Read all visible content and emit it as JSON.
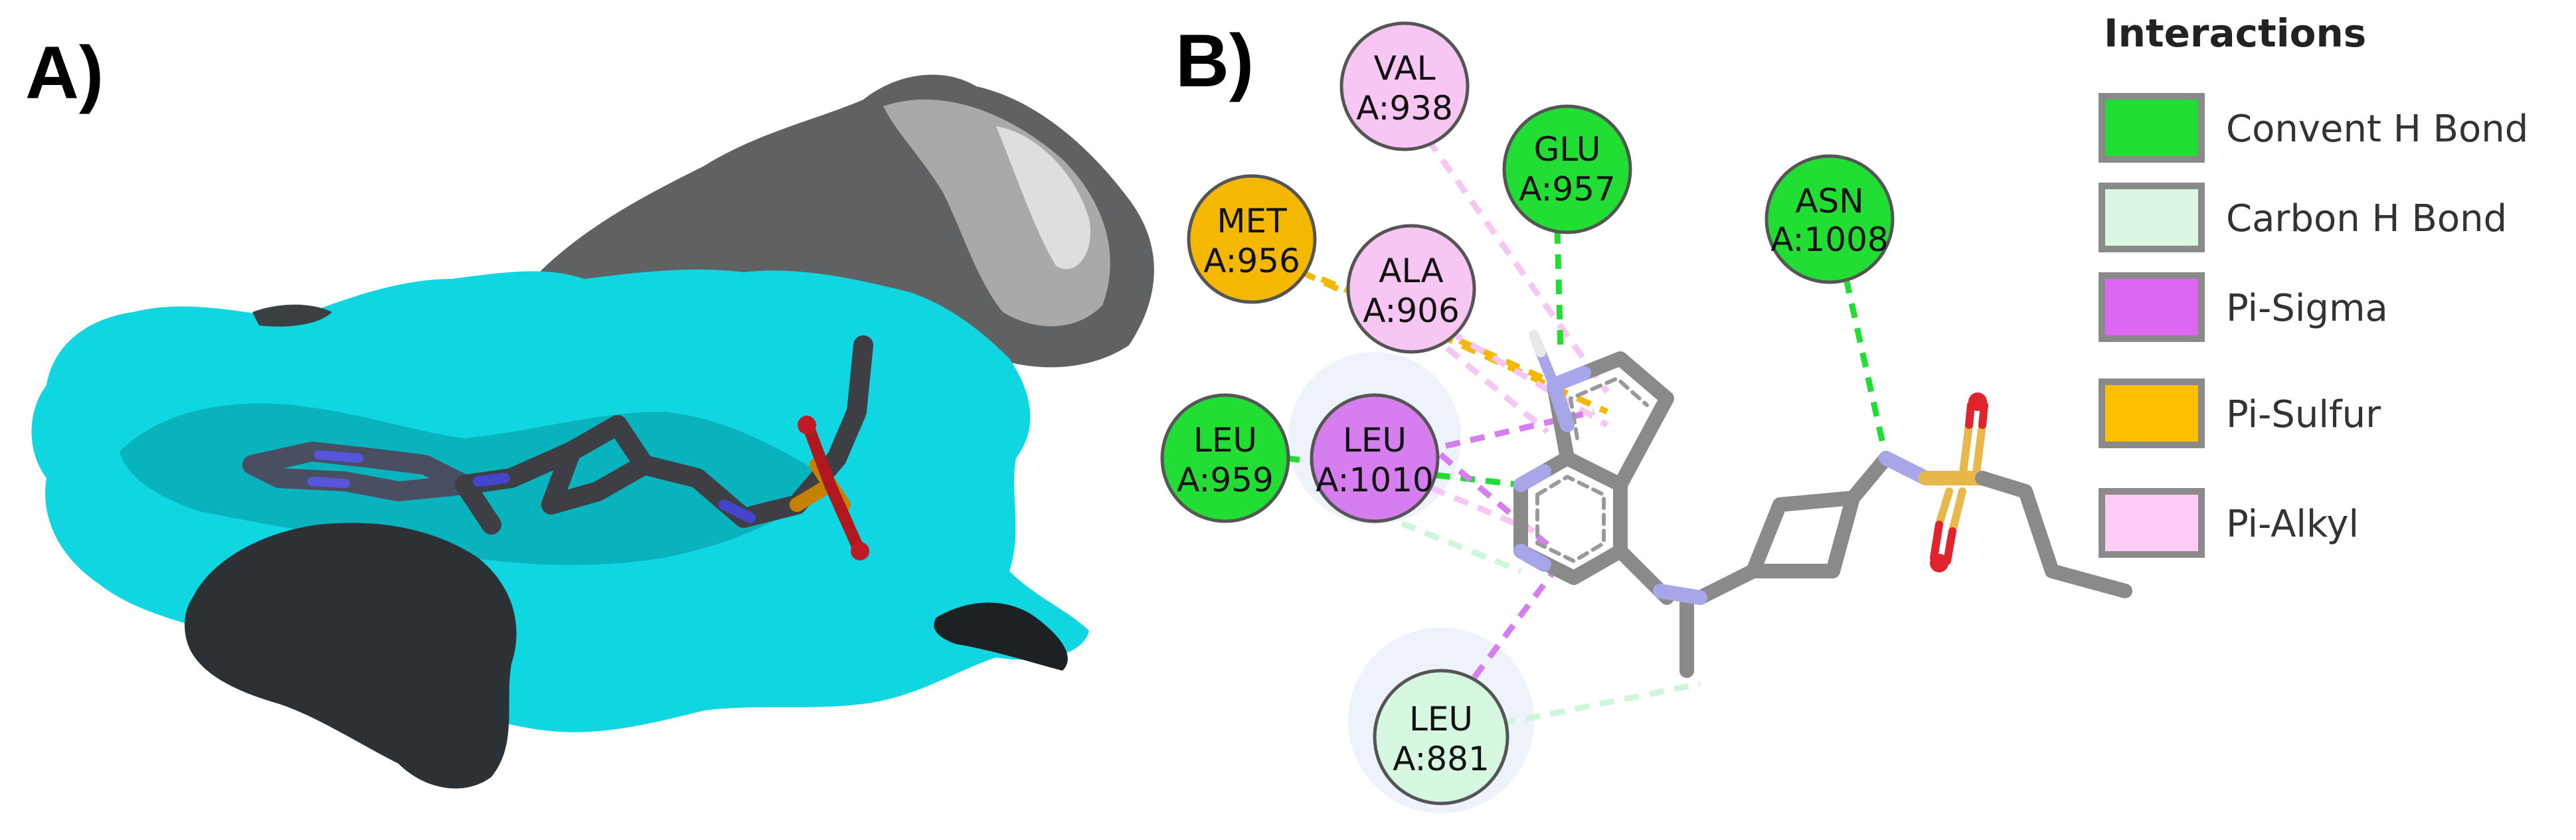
{
  "panels": {
    "a_label": "A)",
    "b_label": "B)"
  },
  "colors": {
    "surface_cyan": "#0fd6e0",
    "surface_dark": "#2f3438",
    "surface_grey": "#6e6e6e",
    "bond_grey": "#8a8a8a",
    "nitrogen": "#9a9ae6",
    "oxygen": "#e0242e",
    "sulfur": "#e8b84a",
    "hbond_green": "#22dd33",
    "carbon_hbond": "#cdf7da",
    "pi_sigma": "#d67ef0",
    "pi_sulfur": "#f5b800",
    "pi_alkyl": "#f7c6f2"
  },
  "residues": [
    {
      "id": "val938",
      "line1": "VAL",
      "line2": "A:938",
      "type": "pi_alkyl"
    },
    {
      "id": "glu957",
      "line1": "GLU",
      "line2": "A:957",
      "type": "hbond"
    },
    {
      "id": "asn1008",
      "line1": "ASN",
      "line2": "A:1008",
      "type": "hbond"
    },
    {
      "id": "met956",
      "line1": "MET",
      "line2": "A:956",
      "type": "pi_sulfur"
    },
    {
      "id": "ala906",
      "line1": "ALA",
      "line2": "A:906",
      "type": "pi_alkyl"
    },
    {
      "id": "leu959",
      "line1": "LEU",
      "line2": "A:959",
      "type": "hbond"
    },
    {
      "id": "leu1010",
      "line1": "LEU",
      "line2": "A:1010",
      "type": "pi_sigma"
    },
    {
      "id": "leu881",
      "line1": "LEU",
      "line2": "A:881",
      "type": "carbon_hbond"
    }
  ],
  "legend": {
    "title": "Interactions",
    "items": [
      {
        "label": "Convent H Bond",
        "color": "#22dd33"
      },
      {
        "label": "Carbon H Bond",
        "color": "#d9f7e3"
      },
      {
        "label": "Pi-Sigma",
        "color": "#dd66f2"
      },
      {
        "label": "Pi-Sulfur",
        "color": "#ffbf00"
      },
      {
        "label": "Pi-Alkyl",
        "color": "#ffccf7"
      }
    ]
  }
}
